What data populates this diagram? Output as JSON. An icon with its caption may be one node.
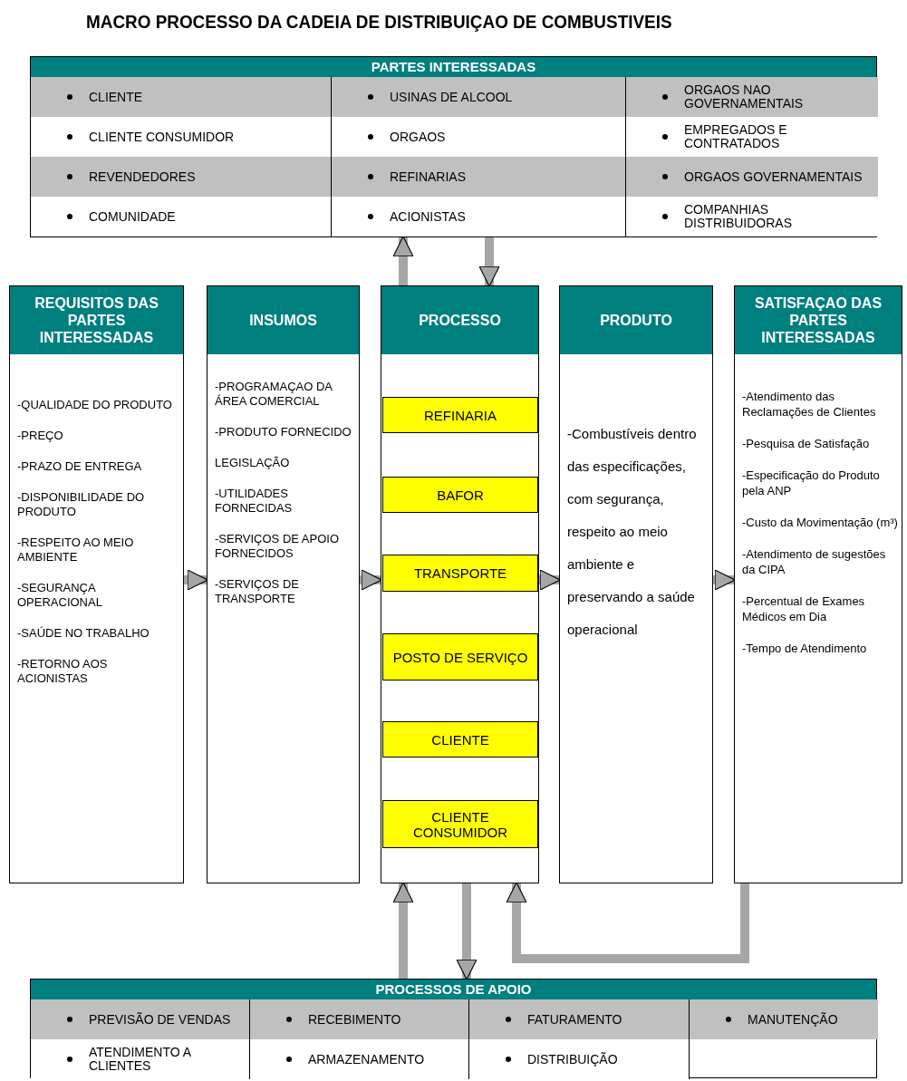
{
  "diagram": {
    "title": "MACRO PROCESSO DA CADEIA DE DISTRIBUIÇAO DE COMBUSTIVEIS",
    "nodes": [
      {
        "text": [
          "PARTES INTERESSADAS"
        ]
      },
      {
        "text": [
          "CLIENTE"
        ],
        "in": 0
      },
      {
        "text": [
          "USINAS DE ALCOOL"
        ],
        "in": 0
      },
      {
        "text": [
          "ORGAOS NAO GOVERNAMENTAIS"
        ],
        "in": 0
      },
      {
        "text": [
          "CLIENTE CONSUMIDOR"
        ],
        "in": 0
      },
      {
        "text": [
          "ORGAOS"
        ],
        "in": 0
      },
      {
        "text": [
          "EMPREGADOS E CONTRATADOS"
        ],
        "in": 0
      },
      {
        "text": [
          "REVENDEDORES"
        ],
        "in": 0
      },
      {
        "text": [
          "REFINARIAS"
        ],
        "in": 0
      },
      {
        "text": [
          "ORGAOS GOVERNAMENTAIS"
        ],
        "in": 0
      },
      {
        "text": [
          "COMUNIDADE"
        ],
        "in": 0
      },
      {
        "text": [
          "ACIONISTAS"
        ],
        "in": 0
      },
      {
        "text": [
          "COMPANHIAS DISTRIBUIDORAS"
        ],
        "in": 0
      },
      {
        "text": [
          "REQUISITOS DAS PARTES INTERESSADAS",
          "-QUALIDADE DO PRODUTO",
          "-PREÇO",
          "-PRAZO DE ENTREGA",
          "-DISPONIBILIDADE DO PRODUTO",
          "-RESPEITO AO MEIO AMBIENTE",
          "-SEGURANÇA OPERACIONAL",
          "-SAÚDE NO TRABALHO",
          "-RETORNO AOS ACIONISTAS"
        ]
      },
      {
        "text": [
          "INSUMOS",
          "-PROGRAMAÇAO DA ÁREA COMERCIAL",
          "-PRODUTO FORNECIDO",
          "LEGISLAÇÃO",
          "-UTILIDADES FORNECIDAS",
          "-SERVIÇOS DE APOIO FORNECIDOS",
          "-SERVIÇOS DE TRANSPORTE"
        ]
      },
      {
        "text": [
          "PROCESSO"
        ]
      },
      {
        "text": [
          "REFINARIA"
        ],
        "in": 15
      },
      {
        "text": [
          "BAFOR"
        ],
        "in": 15
      },
      {
        "text": [
          "TRANSPORTE"
        ],
        "in": 15
      },
      {
        "text": [
          "POSTO DE SERVIÇO"
        ],
        "in": 15
      },
      {
        "text": [
          "CLIENTE"
        ],
        "in": 15
      },
      {
        "text": [
          "CLIENTE CONSUMIDOR"
        ],
        "in": 15
      },
      {
        "text": [
          "PRODUTO",
          "-Combustíveis dentro das especificações, com segurança, respeito ao meio ambiente e preservando a saúde operacional"
        ]
      },
      {
        "text": [
          "SATISFAÇAO DAS PARTES INTERESSADAS",
          "-Atendimento das Reclamações de Clientes",
          "-Pesquisa de Satisfação",
          "-Especificação do Produto pela ANP",
          "-Custo da Movimentação (m³)",
          "-Atendimento de sugestões da CIPA",
          "-Percentual de Exames Médicos em Dia",
          "-Tempo de Atendimento"
        ]
      },
      {
        "text": [
          "PROCESSOS DE APOIO"
        ]
      },
      {
        "text": [
          "PREVISÃO DE VENDAS"
        ],
        "in": 24
      },
      {
        "text": [
          "RECEBIMENTO"
        ],
        "in": 24
      },
      {
        "text": [
          "FATURAMENTO"
        ],
        "in": 24
      },
      {
        "text": [
          "MANUTENÇÃO"
        ],
        "in": 24
      },
      {
        "text": [
          "ATENDIMENTO A CLIENTES"
        ],
        "in": 24
      },
      {
        "text": [
          "ARMAZENAMENTO"
        ],
        "in": 24
      },
      {
        "text": [
          "DISTRIBUIÇÃO"
        ],
        "in": 24
      }
    ],
    "edges": [
      {
        "from": 15,
        "to": 0,
        "arrow": "to"
      },
      {
        "from": 0,
        "to": 15,
        "arrow": "to"
      },
      {
        "from": 13,
        "to": 14,
        "arrow": "to"
      },
      {
        "from": 14,
        "to": 15,
        "arrow": "to"
      },
      {
        "from": 15,
        "to": 22,
        "arrow": "to"
      },
      {
        "from": 22,
        "to": 23,
        "arrow": "to"
      },
      {
        "from": 24,
        "to": 15,
        "arrow": "to"
      },
      {
        "from": 15,
        "to": 24,
        "arrow": "to"
      },
      {
        "from": 23,
        "to": 15,
        "arrow": "to"
      }
    ]
  }
}
